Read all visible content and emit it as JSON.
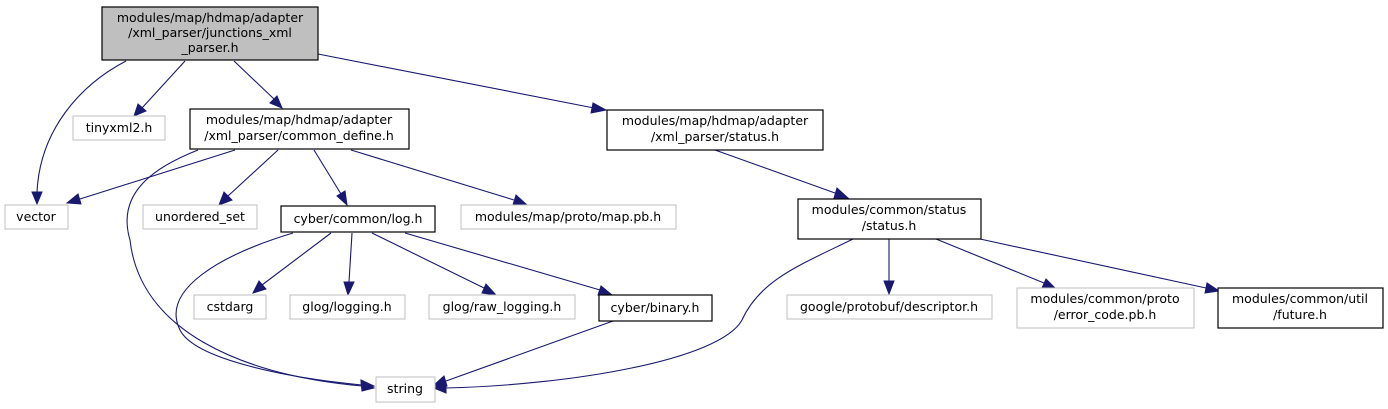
{
  "colors": {
    "edge": "#191970",
    "root_fill": "#bfbfbf",
    "external_border": "#bfbfbf",
    "documented_border": "#000000"
  },
  "nodes": {
    "root": [
      "modules/map/hdmap/adapter",
      "/xml_parser/junctions_xml",
      "_parser.h"
    ],
    "tinyxml2": [
      "tinyxml2.h"
    ],
    "common_define": [
      "modules/map/hdmap/adapter",
      "/xml_parser/common_define.h"
    ],
    "status_h": [
      "modules/map/hdmap/adapter",
      "/xml_parser/status.h"
    ],
    "vector": [
      "vector"
    ],
    "unordered_set": [
      "unordered_set"
    ],
    "log": [
      "cyber/common/log.h"
    ],
    "map_pb": [
      "modules/map/proto/map.pb.h"
    ],
    "common_status": [
      "modules/common/status",
      "/status.h"
    ],
    "cstdarg": [
      "cstdarg"
    ],
    "logging": [
      "glog/logging.h"
    ],
    "raw_logging": [
      "glog/raw_logging.h"
    ],
    "binary": [
      "cyber/binary.h"
    ],
    "descriptor": [
      "google/protobuf/descriptor.h"
    ],
    "error_code": [
      "modules/common/proto",
      "/error_code.pb.h"
    ],
    "future": [
      "modules/common/util",
      "/future.h"
    ],
    "string": [
      "string"
    ]
  }
}
